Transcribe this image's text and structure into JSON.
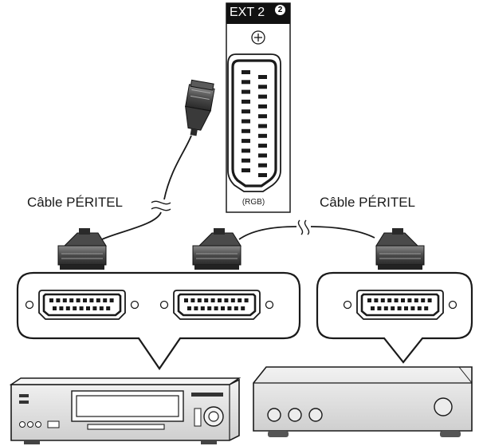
{
  "tv_port": {
    "title": "EXT 2",
    "badge": "2",
    "signal": "(RGB)"
  },
  "cables": [
    {
      "label": "Câble PÉRITEL"
    },
    {
      "label": "Câble PÉRITEL"
    }
  ],
  "devices": [
    {
      "name": "vcr",
      "scart_sockets": 2
    },
    {
      "name": "decoder",
      "scart_sockets": 1
    }
  ],
  "colors": {
    "line": "#1a1a1a",
    "plug_dark": "#3a3a3a",
    "plug_mid": "#6e6e6e",
    "device_body": "#e6e6e6",
    "panel_black": "#111111"
  }
}
